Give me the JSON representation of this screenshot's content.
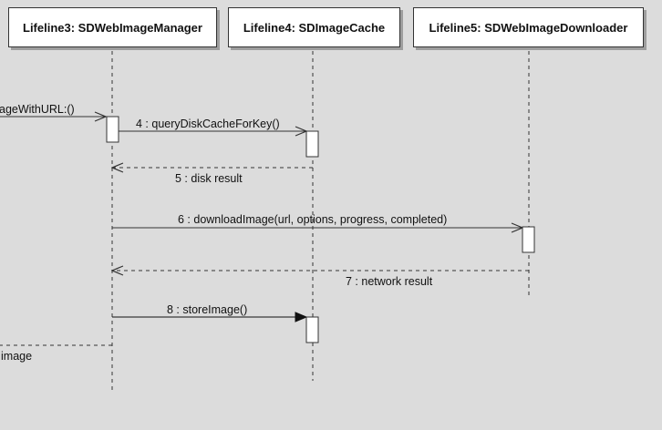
{
  "lifelines": [
    {
      "id": "manager",
      "label": "Lifeline3: SDWebImageManager"
    },
    {
      "id": "cache",
      "label": "Lifeline4: SDImageCache"
    },
    {
      "id": "downloader",
      "label": "Lifeline5: SDWebImageDownloader"
    }
  ],
  "messages": [
    {
      "id": "m3",
      "label": "ageWithURL:()",
      "kind": "call"
    },
    {
      "id": "m4",
      "label": "4 : queryDiskCacheForKey()",
      "kind": "call"
    },
    {
      "id": "m5",
      "label": "5 : disk result",
      "kind": "return"
    },
    {
      "id": "m6",
      "label": "6 : downloadImage(url, options, progress, completed)",
      "kind": "call"
    },
    {
      "id": "m7",
      "label": "7 : network result",
      "kind": "return"
    },
    {
      "id": "m8",
      "label": "8 : storeImage()",
      "kind": "sync-call"
    },
    {
      "id": "m9",
      "label": "image",
      "kind": "return"
    }
  ],
  "colors": {
    "background": "#dcdcdc",
    "line": "#333333",
    "box": "#ffffff"
  }
}
